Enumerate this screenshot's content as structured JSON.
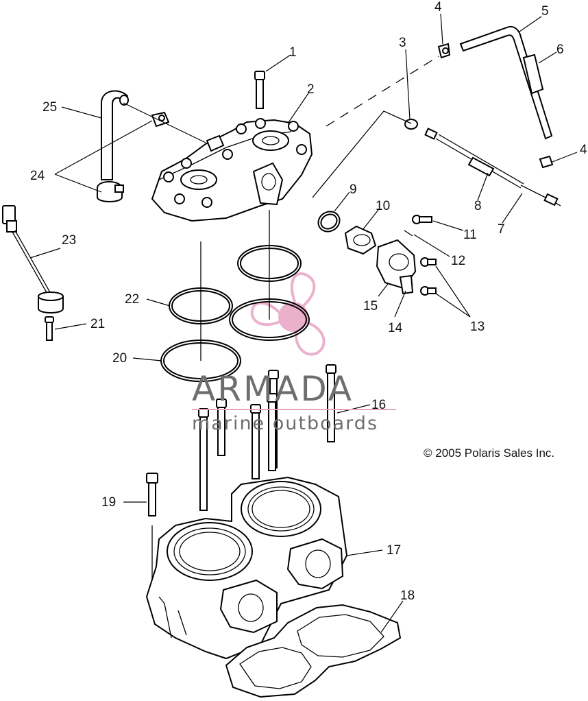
{
  "callouts": [
    {
      "num": "1"
    },
    {
      "num": "2"
    },
    {
      "num": "3"
    },
    {
      "num": "4"
    },
    {
      "num": "5"
    },
    {
      "num": "6"
    },
    {
      "num": "4"
    },
    {
      "num": "8"
    },
    {
      "num": "7"
    },
    {
      "num": "9"
    },
    {
      "num": "10"
    },
    {
      "num": "11"
    },
    {
      "num": "12"
    },
    {
      "num": "13"
    },
    {
      "num": "14"
    },
    {
      "num": "15"
    },
    {
      "num": "16"
    },
    {
      "num": "17"
    },
    {
      "num": "18"
    },
    {
      "num": "19"
    },
    {
      "num": "20"
    },
    {
      "num": "21"
    },
    {
      "num": "22"
    },
    {
      "num": "23"
    },
    {
      "num": "24"
    },
    {
      "num": "25"
    }
  ],
  "copyright": "© 2005 Polaris Sales Inc.",
  "watermark": {
    "brand": "ARMADA",
    "tagline": "marine outboards",
    "logo_color": "#e8a3c4",
    "text_color": "#6e6e6e"
  }
}
